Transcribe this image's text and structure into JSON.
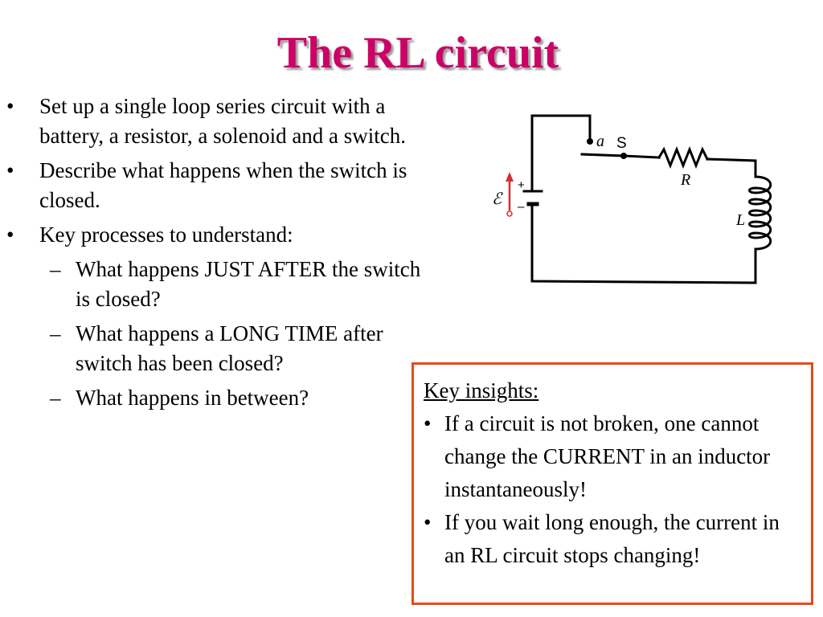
{
  "slide": {
    "title": "The RL circuit",
    "bullets": [
      "Set up a single loop series circuit with a battery, a resistor, a solenoid and a switch.",
      "Describe what happens when the switch is closed.",
      "Key processes to understand:"
    ],
    "sub_bullets": [
      "What happens JUST AFTER the switch is closed?",
      "What happens a LONG TIME after switch has been closed?",
      "What happens in between?"
    ],
    "bullet_symbol": "•",
    "dash_symbol": "–"
  },
  "circuit": {
    "labels": {
      "a": "a",
      "switch": "S",
      "resistor": "R",
      "inductor": "L",
      "emf": "ℰ",
      "plus": "+",
      "minus": "–"
    },
    "colors": {
      "emf_arrow": "#d32f2f",
      "wire": "#000000"
    }
  },
  "insights": {
    "heading": "Key insights:",
    "items": [
      "If a circuit is not broken, one cannot change the CURRENT in an inductor instantaneously!",
      "If you wait long enough, the current in an RL circuit stops changing!"
    ],
    "border_color": "#e64a19"
  },
  "theme": {
    "title_color": "#cc0066"
  }
}
